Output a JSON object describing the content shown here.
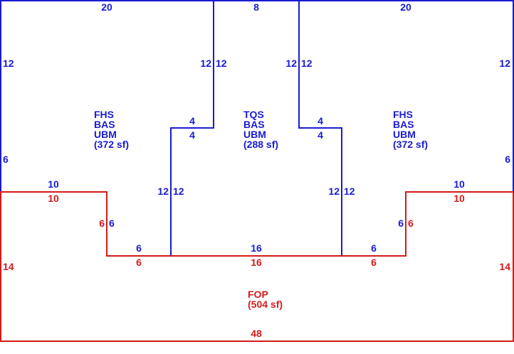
{
  "colors": {
    "living": "#1a1ad4",
    "porch": "#d41a1a",
    "background": "#ffffff"
  },
  "areas": [
    {
      "id": "left",
      "lines": [
        "FHS",
        "BAS",
        "UBM",
        "(372 sf)"
      ]
    },
    {
      "id": "center",
      "lines": [
        "TQS",
        "BAS",
        "UBM",
        "(288 sf)"
      ]
    },
    {
      "id": "right",
      "lines": [
        "FHS",
        "BAS",
        "UBM",
        "(372 sf)"
      ]
    },
    {
      "id": "porch",
      "lines": [
        "FOP",
        "(504 sf)"
      ]
    }
  ],
  "blue_dims": {
    "top_left": "20",
    "top_center": "8",
    "top_right": "20",
    "left_upper": "12",
    "left_lower": "6",
    "right_upper": "12",
    "right_lower": "6",
    "inner_left_a": "12",
    "inner_left_b": "12",
    "inner_right_a": "12",
    "inner_right_b": "12",
    "step_left_top": "4",
    "step_left_bot": "4",
    "step_right_top": "4",
    "step_right_bot": "4",
    "low_left_a": "12",
    "low_left_b": "12",
    "low_right_a": "12",
    "low_right_b": "12",
    "ledge_left": "10",
    "ledge_right": "10",
    "notch_left": "6",
    "notch_right": "6",
    "base_left": "6",
    "base_center": "16",
    "base_right": "6"
  },
  "red_dims": {
    "ledge_left": "10",
    "ledge_right": "10",
    "notch_left": "6",
    "notch_right": "6",
    "base_left": "6",
    "base_center": "16",
    "base_right": "6",
    "side_left": "14",
    "side_right": "14",
    "bottom": "48"
  }
}
